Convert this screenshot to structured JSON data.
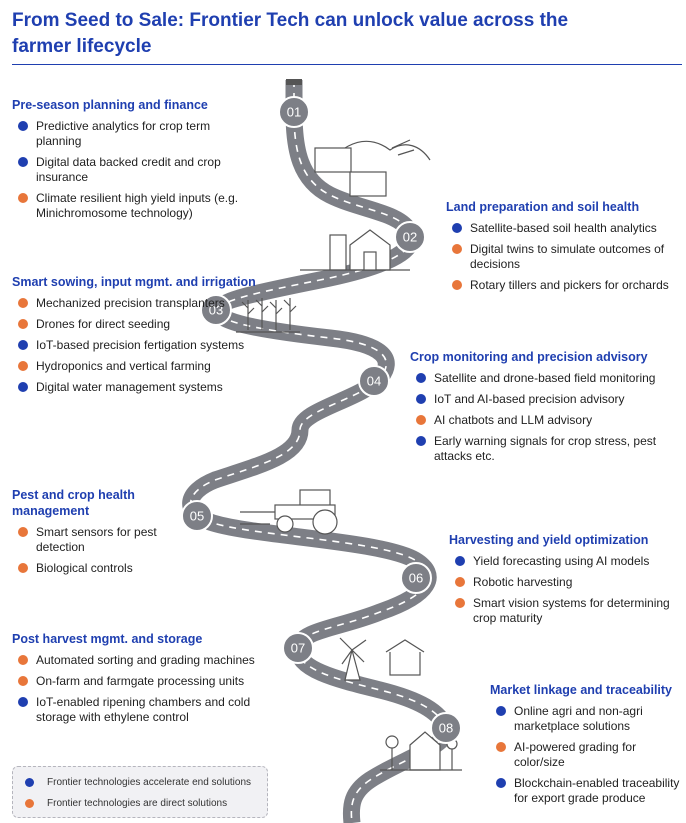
{
  "title": "From Seed to Sale: Frontier Tech can unlock value across the farmer lifecycle",
  "colors": {
    "accelerate": "#1f3fb0",
    "direct": "#e8763a",
    "road": "#7d7f86",
    "heading": "#1f3fb0"
  },
  "stages": [
    {
      "num": "01",
      "heading": "Pre-season planning and finance",
      "items": [
        {
          "text": "Predictive analytics for crop term planning",
          "type": "accelerate"
        },
        {
          "text": "Digital data backed credit and crop insurance",
          "type": "accelerate"
        },
        {
          "text": "Climate resilient high yield inputs (e.g. Minichromosome technology)",
          "type": "direct"
        }
      ]
    },
    {
      "num": "02",
      "heading": "Land preparation and soil health",
      "items": [
        {
          "text": "Satellite-based soil health analytics",
          "type": "accelerate"
        },
        {
          "text": "Digital twins to simulate outcomes of decisions",
          "type": "direct"
        },
        {
          "text": "Rotary tillers and pickers for orchards",
          "type": "direct"
        }
      ]
    },
    {
      "num": "03",
      "heading": "Smart sowing, input mgmt. and irrigation",
      "items": [
        {
          "text": "Mechanized precision transplanters",
          "type": "direct"
        },
        {
          "text": "Drones for direct seeding",
          "type": "direct"
        },
        {
          "text": "IoT-based precision fertigation systems",
          "type": "accelerate"
        },
        {
          "text": "Hydroponics and vertical farming",
          "type": "direct"
        },
        {
          "text": "Digital water management systems",
          "type": "accelerate"
        }
      ]
    },
    {
      "num": "04",
      "heading": "Crop monitoring and precision advisory",
      "items": [
        {
          "text": "Satellite and drone-based field monitoring",
          "type": "accelerate"
        },
        {
          "text": "IoT and AI-based precision advisory",
          "type": "accelerate"
        },
        {
          "text": "AI chatbots and LLM advisory",
          "type": "direct"
        },
        {
          "text": "Early warning signals for crop stress, pest attacks etc.",
          "type": "accelerate"
        }
      ]
    },
    {
      "num": "05",
      "heading": "Pest and crop health management",
      "items": [
        {
          "text": "Smart sensors for pest detection",
          "type": "direct"
        },
        {
          "text": "Biological controls",
          "type": "direct"
        }
      ]
    },
    {
      "num": "06",
      "heading": "Harvesting and yield optimization",
      "items": [
        {
          "text": "Yield forecasting using AI models",
          "type": "accelerate"
        },
        {
          "text": "Robotic harvesting",
          "type": "direct"
        },
        {
          "text": "Smart vision systems for determining crop maturity",
          "type": "direct"
        }
      ]
    },
    {
      "num": "07",
      "heading": "Post harvest mgmt. and storage",
      "items": [
        {
          "text": "Automated sorting and grading machines",
          "type": "direct"
        },
        {
          "text": "On-farm and farmgate processing units",
          "type": "direct"
        },
        {
          "text": "IoT-enabled ripening chambers and cold storage with ethylene control",
          "type": "accelerate"
        }
      ]
    },
    {
      "num": "08",
      "heading": "Market linkage and traceability",
      "items": [
        {
          "text": "Online agri and non-agri marketplace solutions",
          "type": "accelerate"
        },
        {
          "text": "AI-powered grading for color/size",
          "type": "direct"
        },
        {
          "text": "Blockchain-enabled traceability for export grade produce",
          "type": "accelerate"
        }
      ]
    }
  ],
  "legend": [
    {
      "text": "Frontier technologies accelerate end solutions",
      "type": "accelerate"
    },
    {
      "text": "Frontier technologies are direct solutions",
      "type": "direct"
    }
  ]
}
